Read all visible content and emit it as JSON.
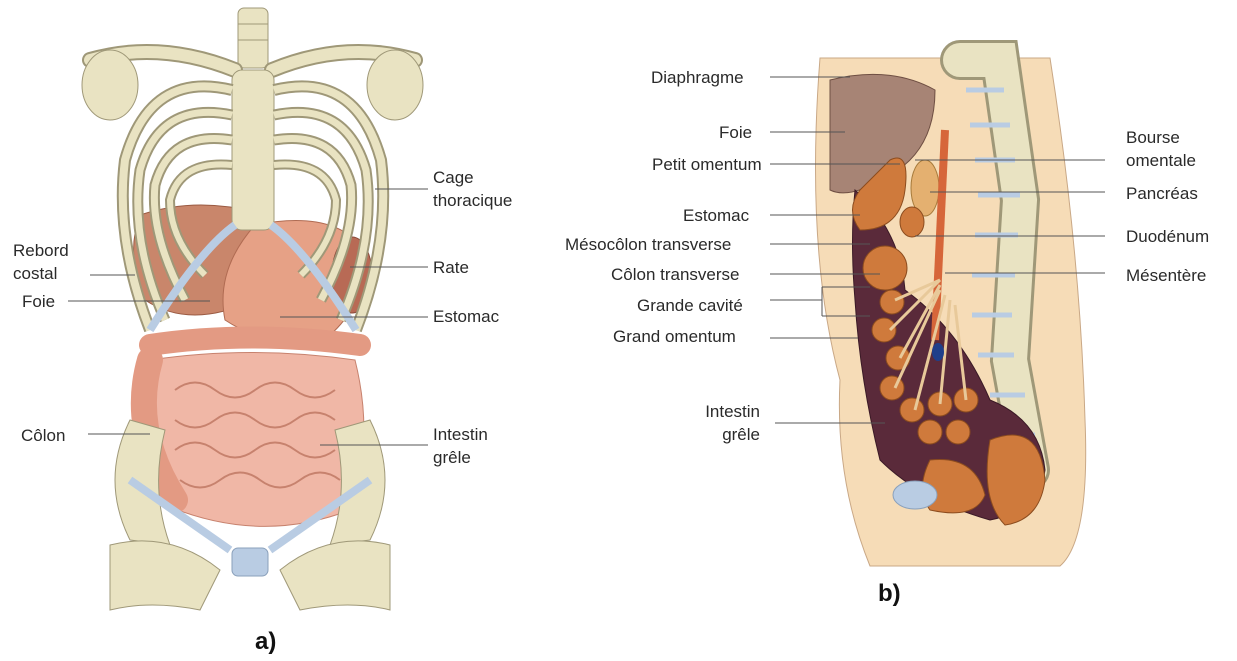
{
  "panel_a": {
    "tag": "a)",
    "labels": {
      "cage": "Cage\nthoracique",
      "rebord": "Rebord\ncostal",
      "foie": "Foie",
      "rate": "Rate",
      "estomac": "Estomac",
      "colon": "Côlon",
      "intestin": "Intestin\ngrêle"
    }
  },
  "panel_b": {
    "tag": "b)",
    "labels": {
      "diaphragme": "Diaphragme",
      "foie": "Foie",
      "petit_omentum": "Petit omentum",
      "estomac": "Estomac",
      "mesocolon": "Mésocôlon transverse",
      "colon_transverse": "Côlon transverse",
      "grande_cavite": "Grande cavité",
      "grand_omentum": "Grand omentum",
      "intestin": "Intestin\ngrêle",
      "bourse": "Bourse\nomentale",
      "pancreas": "Pancréas",
      "duodenum": "Duodénum",
      "mesentere": "Mésentère"
    }
  },
  "colors": {
    "bone": "#e9e3c2",
    "bone_edge": "#9f9878",
    "cartilage": "#b9cce3",
    "liver": "#c9866b",
    "intestine": "#f0b7a6",
    "organ_orange": "#cf7a3c",
    "cavity": "#5a2a3a",
    "skin": "#f6dcb7",
    "leader": "#555555"
  }
}
